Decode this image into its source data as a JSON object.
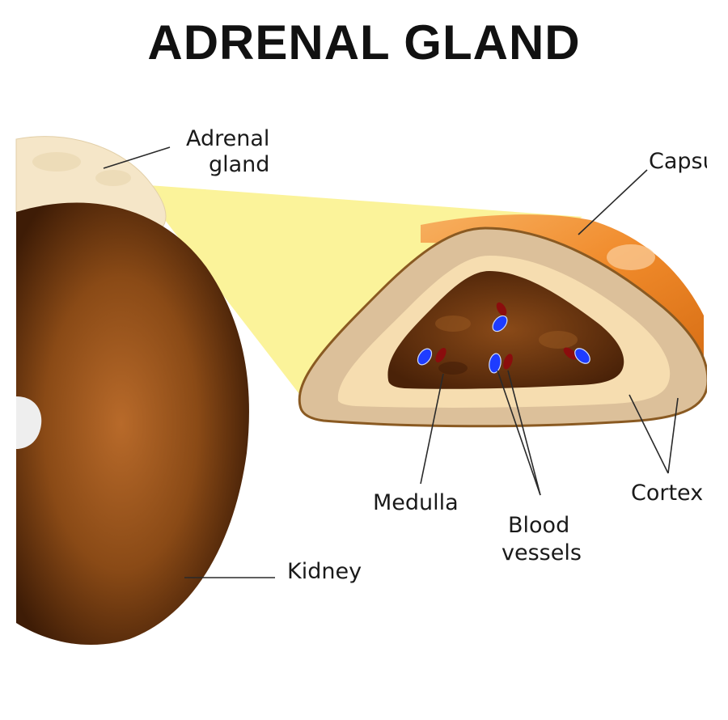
{
  "title": "ADRENAL GLAND",
  "labels": {
    "adrenal_gland_line1": "Adrenal",
    "adrenal_gland_line2": "gland",
    "capsule": "Capsu",
    "medulla": "Medulla",
    "blood_vessels_line1": "Blood",
    "blood_vessels_line2": "vessels",
    "cortex": "Cortex",
    "kidney": "Kidney"
  },
  "colors": {
    "kidney": "#8a4a16",
    "adrenal_surface": "#f5e6c8",
    "zoom_beam": "#fbf39a",
    "capsule": "#f08a2a",
    "cortex_outer": "#dcc09a",
    "cortex_inner": "#f6ddb0",
    "medulla": "#6b3410",
    "vessel_vein": "#1e3cff",
    "vessel_artery": "#8b0d0d"
  }
}
